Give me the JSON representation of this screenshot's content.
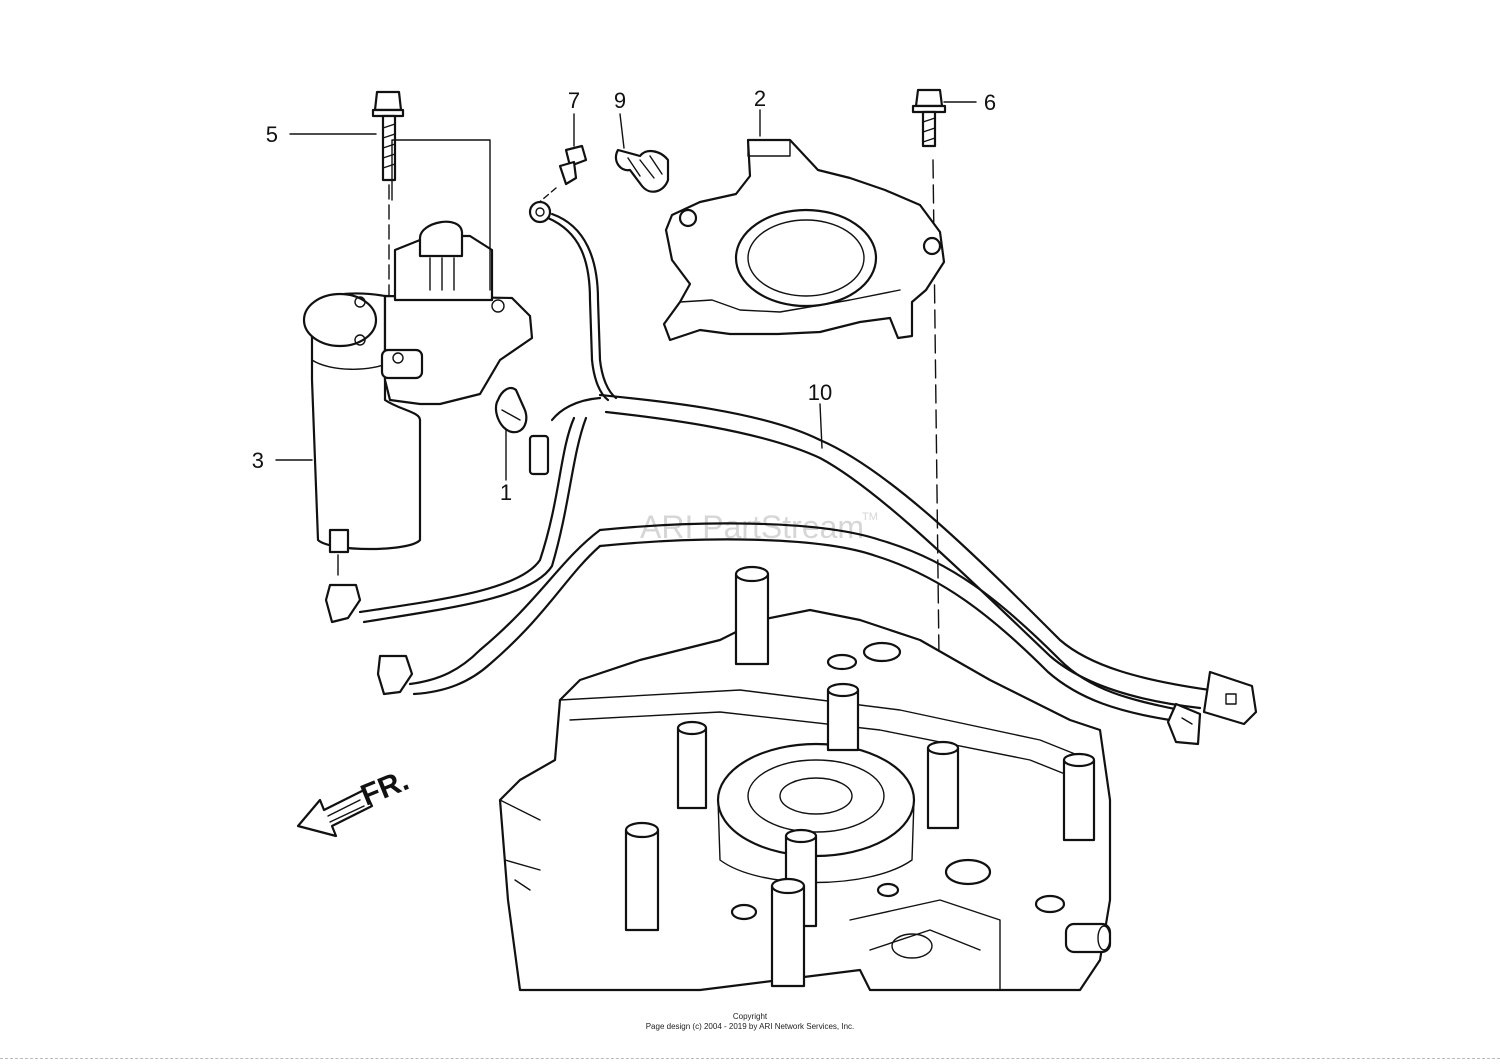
{
  "diagram": {
    "callouts": [
      {
        "id": "c1",
        "label": "1"
      },
      {
        "id": "c2",
        "label": "2"
      },
      {
        "id": "c3",
        "label": "3"
      },
      {
        "id": "c5",
        "label": "5"
      },
      {
        "id": "c6",
        "label": "6"
      },
      {
        "id": "c7",
        "label": "7"
      },
      {
        "id": "c9",
        "label": "9"
      },
      {
        "id": "c10",
        "label": "10"
      }
    ],
    "front_arrow_label": "FR.",
    "watermark": "ARI PartStream",
    "watermark_tm": "TM"
  },
  "footer": {
    "line1": "Copyright",
    "line2": "Page design (c) 2004 - 2019 by ARI Network Services, Inc."
  }
}
